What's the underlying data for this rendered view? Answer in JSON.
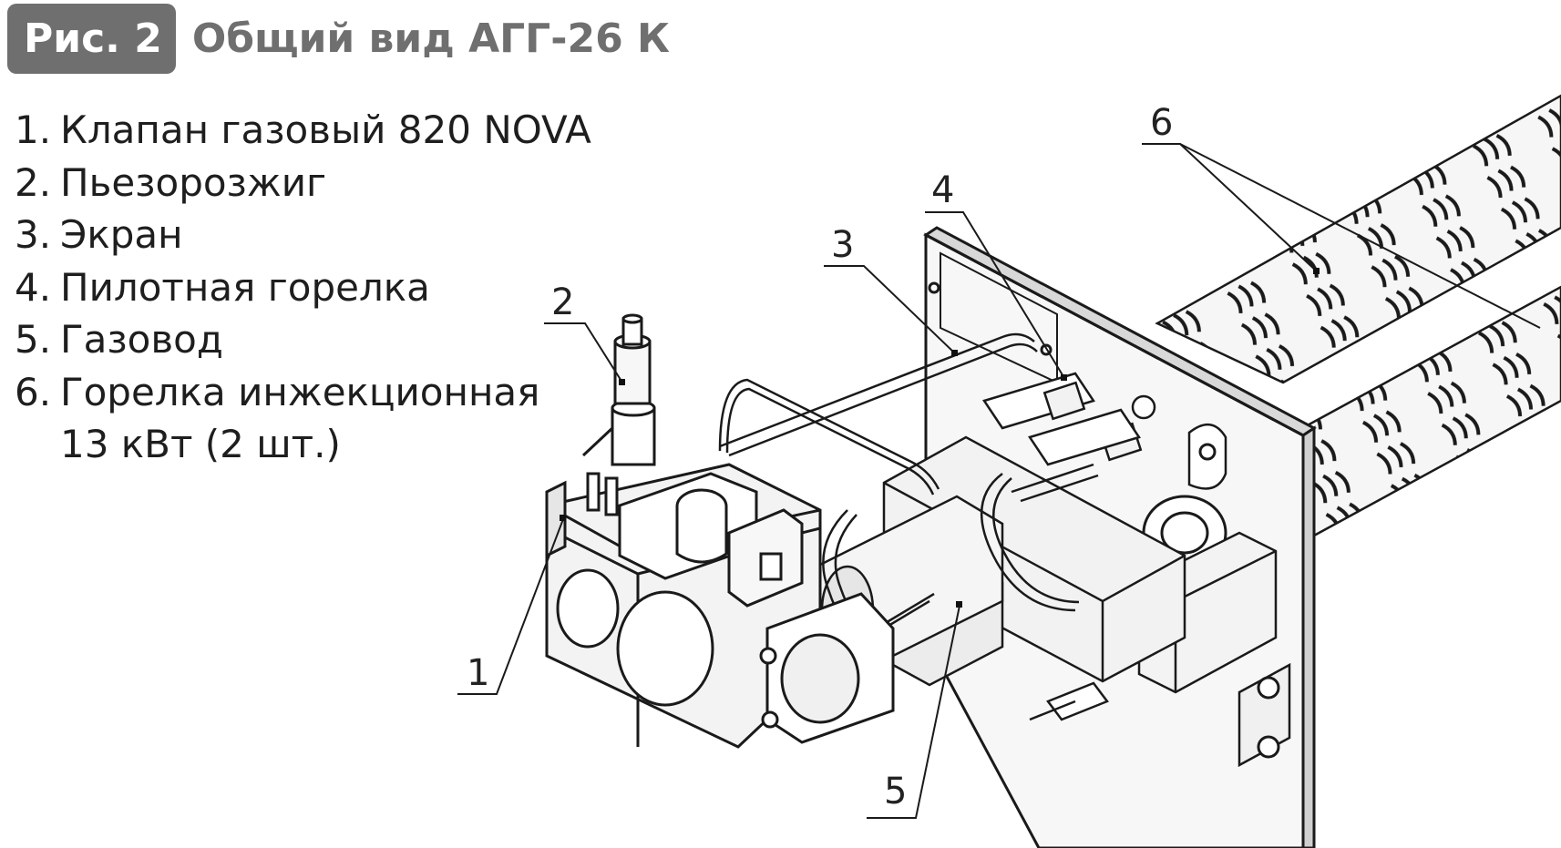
{
  "header": {
    "figure_label": "Рис. 2",
    "figure_title": "Общий вид АГГ-26 К"
  },
  "legend": {
    "items": [
      {
        "num": "1.",
        "text": "Клапан газовый 820 NOVA"
      },
      {
        "num": "2.",
        "text": "Пьезорозжиг"
      },
      {
        "num": "3.",
        "text": "Экран"
      },
      {
        "num": "4.",
        "text": "Пилотная горелка"
      },
      {
        "num": "5.",
        "text": "Газовод"
      },
      {
        "num": "6.",
        "text": "Горелка инжекционная"
      }
    ],
    "item6_continuation": "13 кВт (2 шт.)"
  },
  "callouts": [
    "1",
    "2",
    "3",
    "4",
    "5",
    "6"
  ],
  "colors": {
    "badge_bg": "#6f6f6f",
    "badge_text": "#ffffff",
    "line": "#1a1a1a",
    "fill_light": "#f4f4f4",
    "fill_shadow": "#dcdcdc"
  }
}
